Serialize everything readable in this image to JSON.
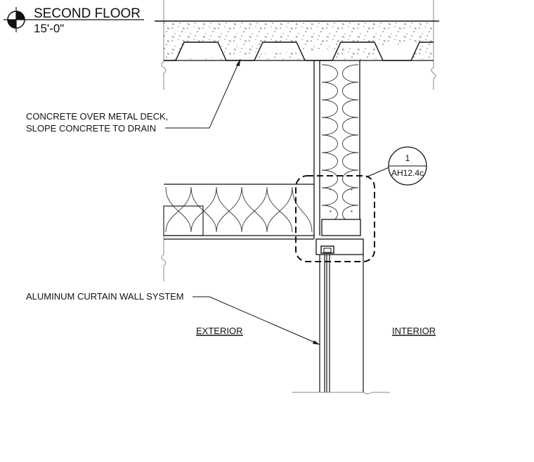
{
  "level_marker": {
    "name": "SECOND FLOOR",
    "elevation": "15'-0\""
  },
  "callouts": {
    "deck": [
      "CONCRETE OVER METAL DECK,",
      "SLOPE CONCRETE TO DRAIN"
    ],
    "curtain_wall": "ALUMINUM CURTAIN WALL SYSTEM"
  },
  "sides": {
    "exterior": "EXTERIOR",
    "interior": "INTERIOR"
  },
  "detail_tag": {
    "number": "1",
    "sheet": "AH12.4c"
  }
}
